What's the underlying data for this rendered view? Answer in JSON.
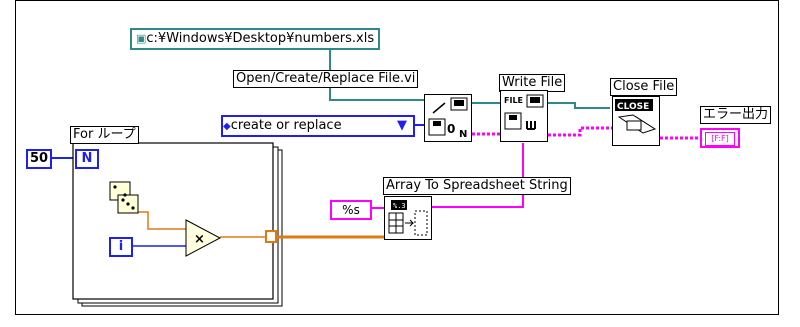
{
  "file_path": "c:¥Windows¥Desktop¥numbers.xls",
  "path_icon": "path-icon",
  "open_vi_label": "Open/Create/Replace File.vi",
  "write_label": "Write File",
  "close_label": "Close File",
  "error_label": "エラー出力",
  "ring_value": "create or replace",
  "for_loop_label": "For ループ",
  "count_const": "50",
  "count_terminal": "N",
  "index_terminal": "i",
  "array_label": "Array To Spreadsheet String",
  "format_const": "%s",
  "write_icon_text": "FILE",
  "close_icon_text": "CLOSE",
  "open_icon_text": "0",
  "error_out_icon_text": "[F:F]",
  "colors": {
    "blue": "#1f1ff0",
    "teal": "#2e8a8a",
    "pink": "#ff00ff",
    "orange": "#e07a10"
  }
}
